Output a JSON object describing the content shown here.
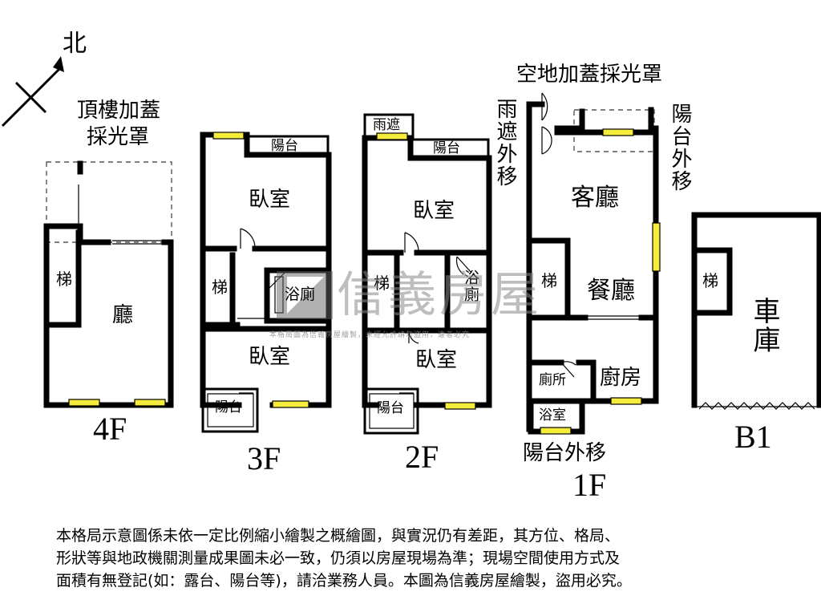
{
  "compass": {
    "north": "北"
  },
  "floors": {
    "f4": {
      "name": "4F",
      "skylight_note": [
        "頂樓加蓋",
        "採光罩"
      ],
      "rooms": {
        "stair": "梯",
        "hall": "廳"
      }
    },
    "f3": {
      "name": "3F",
      "rooms": {
        "balcony_top": "陽台",
        "bedroom_top": "臥室",
        "stair": "梯",
        "bath": "浴廁",
        "bedroom_bottom": "臥室",
        "balcony_bottom": "陽台"
      }
    },
    "f2": {
      "name": "2F",
      "rooms": {
        "canopy": "雨遮",
        "balcony_top": "陽台",
        "bedroom_top": "臥室",
        "stair": "梯",
        "bath": "浴廁",
        "bedroom_bottom": "臥室",
        "balcony_bottom": "陽台"
      }
    },
    "f1": {
      "name": "1F",
      "notes": {
        "skylight": "空地加蓋採光罩",
        "canopy_moved": "雨遮外移",
        "balcony_moved_right": "陽台外移",
        "balcony_moved_bottom": "陽台外移"
      },
      "rooms": {
        "living": "客廳",
        "stair": "梯",
        "dining": "餐廳",
        "toilet": "廁所",
        "kitchen": "廚房",
        "bath": "浴室"
      }
    },
    "b1": {
      "name": "B1",
      "rooms": {
        "stair": "梯",
        "garage": "車庫"
      }
    }
  },
  "watermark": {
    "brand": "信義房屋",
    "notice": "本格局圖為信義房屋繪製，未經允許請勿盜用，違者必究"
  },
  "disclaimer": [
    "本格局示意圖係未依一定比例縮小繪製之概繪圖，與實況仍有差距，其方位、格局、",
    "形狀等與地政機關測量成果圖未必一致，仍須以房屋現場為準；現場空間使用方式及",
    "面積有無登記(如：露台、陽台等)，請洽業務人員。本圖為信義房屋繪製，盜用必究。"
  ],
  "colors": {
    "wall": "#000000",
    "window": "#f5ec3c",
    "dashed": "#555555"
  }
}
